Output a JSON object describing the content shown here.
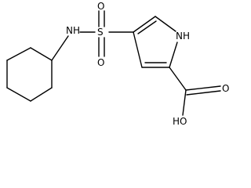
{
  "molecule": {
    "atoms": {
      "nh_amine": "NH",
      "sulfur": "S",
      "oxygen_top": "O",
      "oxygen_bottom": "O",
      "nh_pyrrole": "NH",
      "hydroxyl": "HO",
      "carbonyl_oxygen": "O"
    }
  },
  "colors": {
    "bond": "#000000",
    "text": "#000000",
    "background": "#ffffff"
  }
}
